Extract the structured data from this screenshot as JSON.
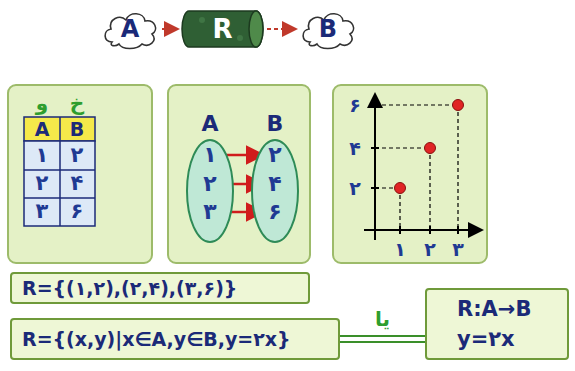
{
  "diagram": {
    "nodes": [
      {
        "text": [
          "A"
        ]
      },
      {
        "text": [
          "R"
        ]
      },
      {
        "text": [
          "B"
        ]
      },
      {
        "text": [
          "A",
          "۱",
          "۲",
          "۳"
        ]
      },
      {
        "text": [
          "B",
          "۲",
          "۴",
          "۶"
        ]
      },
      {
        "text": [
          "R={(۱,۲),(۲,۴),(۳,۶)}"
        ]
      },
      {
        "text": [
          "R={(x,y)|x∈A,y∈B,y=۲x}"
        ]
      },
      {
        "text": [
          "R:A→B",
          "y=۲x"
        ]
      }
    ],
    "edges": [
      {
        "from": 0,
        "to": 1,
        "arrow": "to"
      },
      {
        "from": 1,
        "to": 2,
        "arrow": "to"
      },
      {
        "from": 6,
        "to": 7,
        "label": "یا",
        "arrow": "none"
      }
    ],
    "labels": [
      "و",
      "خ",
      "A",
      "B",
      "۱",
      "۲",
      "۲",
      "۴",
      "۳",
      "۶",
      "۶",
      "۴",
      "۲",
      "۱",
      "۲",
      "۳"
    ]
  }
}
